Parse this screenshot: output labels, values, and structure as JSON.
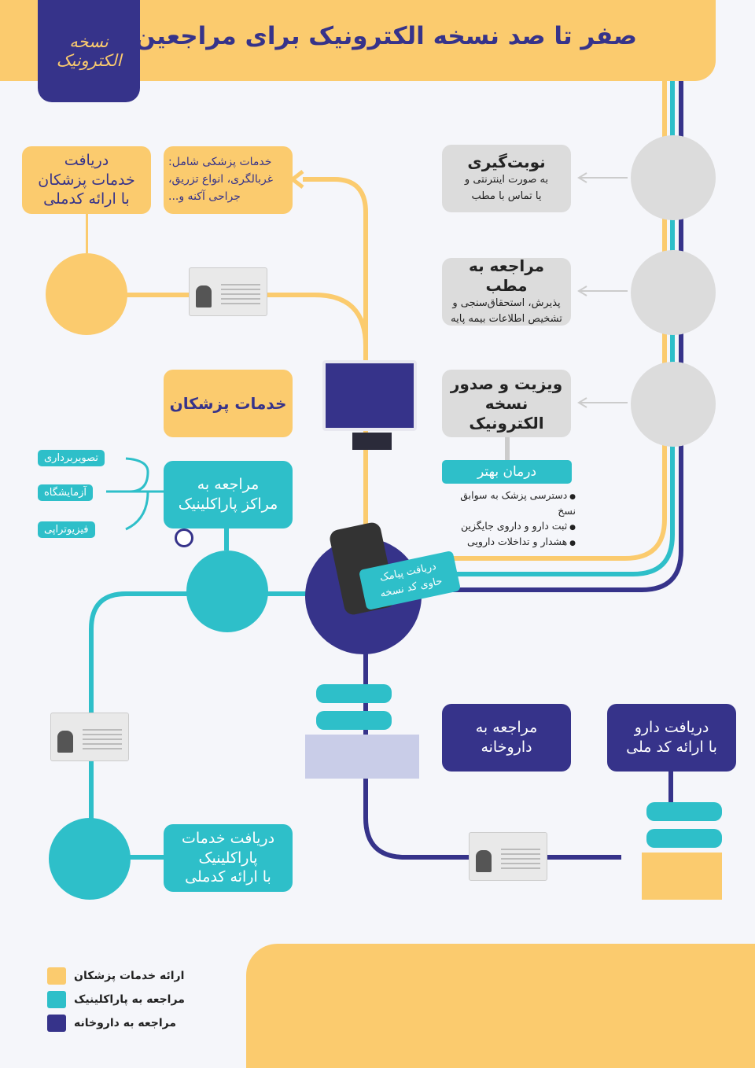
{
  "header": {
    "title": "صفر تا صد نسخه الکترونیک برای مراجعین",
    "logo_text": "نسخه الکترونیک"
  },
  "colors": {
    "yellow": "#fbcb6e",
    "teal": "#2ebfc9",
    "navy": "#36338a",
    "gray": "#dcdcdc"
  },
  "steps": [
    {
      "title": "نوبت‌گیری",
      "lines": [
        "به صورت اینترنتی و",
        "یا تماس با مطب"
      ]
    },
    {
      "title": "مراجعه به مطب",
      "lines": [
        "پذیرش، استحقاق‌سنجی و",
        "تشخیص اطلاعات بیمه پایه"
      ]
    },
    {
      "title": "ویزیت و صدور",
      "lines": [
        "نسخه الکترونیک"
      ]
    }
  ],
  "better": {
    "title": "درمان بهتر",
    "items": [
      "دسترسی پزشک به سوابق نسخ",
      "ثبت دارو و داروی جایگزین",
      "هشدار و تداخلات دارویی"
    ]
  },
  "doctor_services": {
    "title": "خدمات پزشکان",
    "detail": [
      "خدمات پزشکی شامل:",
      "غربالگری، انواع تزریق،",
      "جراحی آکنه و..."
    ],
    "receive": [
      "دریافت",
      "خدمات پزشکان",
      "با ارائه کدملی"
    ]
  },
  "paraclinic": {
    "title": [
      "مراجعه به",
      "مراکز پاراکلینیک"
    ],
    "tags": [
      "تصویربرداری",
      "آزمایشگاه",
      "فیزیوتراپی"
    ],
    "receive": [
      "دریافت خدمات",
      "پاراکلینیک",
      "با ارائه کدملی"
    ]
  },
  "phone_card": [
    "دریافت پیامک",
    "حاوی کد نسخه"
  ],
  "pharmacy": {
    "title": [
      "مراجعه به",
      "داروخانه"
    ],
    "receive": [
      "دریافت دارو",
      "با ارائه کد ملی"
    ]
  },
  "legend": [
    "ارائه خدمات پزشکان",
    "مراجعه به پاراکلینیک",
    "مراجعه به داروخانه"
  ]
}
